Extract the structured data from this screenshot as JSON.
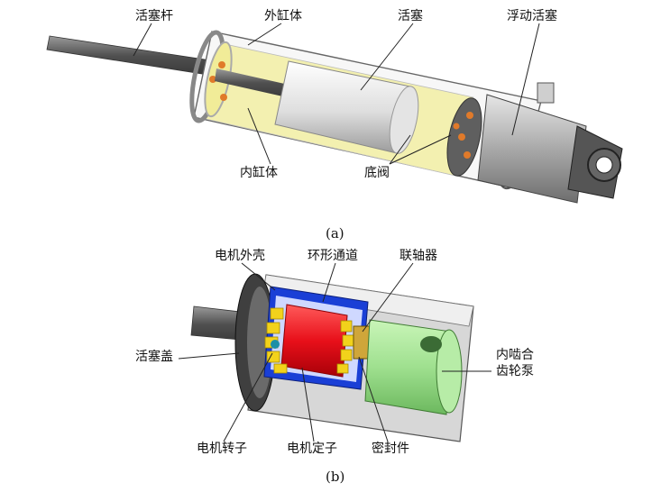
{
  "diagram_a": {
    "caption": "(a)",
    "labels": {
      "piston_rod": "活塞杆",
      "outer_cylinder": "外缸体",
      "piston": "活塞",
      "floating_piston": "浮动活塞",
      "inner_cylinder": "内缸体",
      "bottom_valve": "底阀"
    }
  },
  "diagram_b": {
    "caption": "(b)",
    "labels": {
      "motor_housing": "电机外壳",
      "annular_channel": "环形通道",
      "coupling": "联轴器",
      "piston_cover": "活塞盖",
      "internal_gear_pump_line1": "内啮合",
      "internal_gear_pump_line2": "齿轮泵",
      "motor_rotor": "电机转子",
      "motor_stator": "电机定子",
      "seal": "密封件"
    }
  },
  "colors": {
    "inner_fluid": "#f3f0b0",
    "stator": "#e8101a",
    "magnets": "#f2d21b",
    "housing_blue": "#1a3fd6",
    "gear_pump": "#9fe08f",
    "metal": "#b9b9b9"
  }
}
